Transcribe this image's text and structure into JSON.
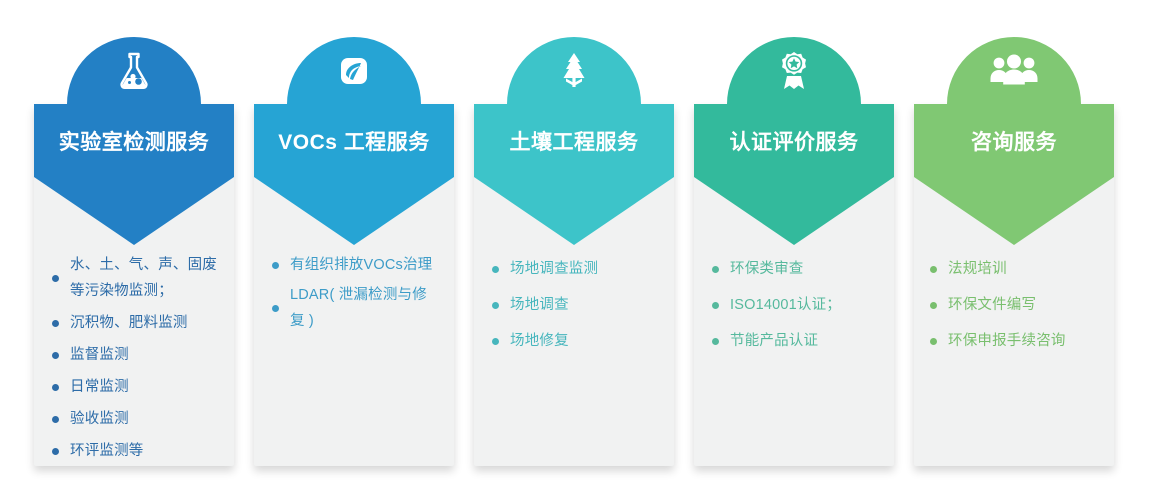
{
  "infographic": {
    "background": "#ffffff",
    "body_panel_color": "#f1f2f2"
  },
  "cards": [
    {
      "id": "lab-testing",
      "title": "实验室检测服务",
      "icon": "flask-icon",
      "color": "#2380c5",
      "bullet_color": "#2d6ca8",
      "items": [
        "水、土、气、声、固废等污染物监测；",
        "沉积物、肥料监测",
        "监督监测",
        "日常监测",
        "验收监测",
        "环评监测等"
      ]
    },
    {
      "id": "vocs-engineering",
      "title": "VOCs 工程服务",
      "icon": "leaf-badge-icon",
      "color": "#26a4d4",
      "bullet_color": "#3d9cc8",
      "items": [
        "有组织排放VOCs治理",
        "LDAR( 泄漏检测与修复 )"
      ]
    },
    {
      "id": "soil-engineering",
      "title": "土壤工程服务",
      "icon": "pine-tree-icon",
      "color": "#3dc4c9",
      "bullet_color": "#47b6bd",
      "items": [
        "场地调查监测",
        "场地调查",
        "场地修复"
      ]
    },
    {
      "id": "certification-evaluation",
      "title": "认证评价服务",
      "icon": "award-medal-icon",
      "color": "#33ba9c",
      "bullet_color": "#56b99d",
      "items": [
        "环保类审查",
        "ISO14001认证；",
        "节能产品认证"
      ]
    },
    {
      "id": "consulting",
      "title": "咨询服务",
      "icon": "people-group-icon",
      "color": "#80c873",
      "bullet_color": "#79bf6e",
      "items": [
        "法规培训",
        "环保文件编写",
        "环保申报手续咨询"
      ]
    }
  ]
}
